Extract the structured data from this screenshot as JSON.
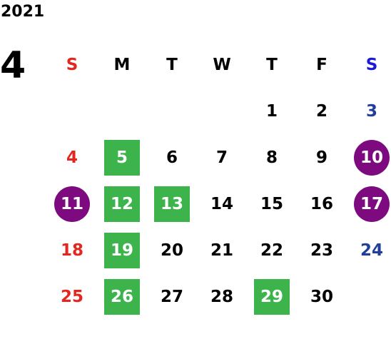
{
  "year": "2021",
  "month": "4",
  "weekdays": [
    {
      "label": "S",
      "type": "sun"
    },
    {
      "label": "M",
      "type": "wd"
    },
    {
      "label": "T",
      "type": "wd"
    },
    {
      "label": "W",
      "type": "wd"
    },
    {
      "label": "T",
      "type": "wd"
    },
    {
      "label": "F",
      "type": "wd"
    },
    {
      "label": "S",
      "type": "sat"
    }
  ],
  "weeks": [
    [
      null,
      null,
      null,
      null,
      {
        "d": "1"
      },
      {
        "d": "2"
      },
      {
        "d": "3"
      }
    ],
    [
      {
        "d": "4"
      },
      {
        "d": "5",
        "mark": "square"
      },
      {
        "d": "6"
      },
      {
        "d": "7"
      },
      {
        "d": "8"
      },
      {
        "d": "9"
      },
      {
        "d": "10",
        "mark": "circle"
      }
    ],
    [
      {
        "d": "11",
        "mark": "circle"
      },
      {
        "d": "12",
        "mark": "square"
      },
      {
        "d": "13",
        "mark": "square"
      },
      {
        "d": "14"
      },
      {
        "d": "15"
      },
      {
        "d": "16"
      },
      {
        "d": "17",
        "mark": "circle"
      }
    ],
    [
      {
        "d": "18"
      },
      {
        "d": "19",
        "mark": "square"
      },
      {
        "d": "20"
      },
      {
        "d": "21"
      },
      {
        "d": "22"
      },
      {
        "d": "23"
      },
      {
        "d": "24"
      }
    ],
    [
      {
        "d": "25"
      },
      {
        "d": "26",
        "mark": "square"
      },
      {
        "d": "27"
      },
      {
        "d": "28"
      },
      {
        "d": "29",
        "mark": "square"
      },
      {
        "d": "30"
      },
      null
    ]
  ],
  "colors": {
    "sunday": "#e3261e",
    "saturday": "#1f3f9a",
    "saturday_header": "#1a1ad8",
    "square_mark": "#3cb44b",
    "circle_mark": "#7d0b7f"
  }
}
